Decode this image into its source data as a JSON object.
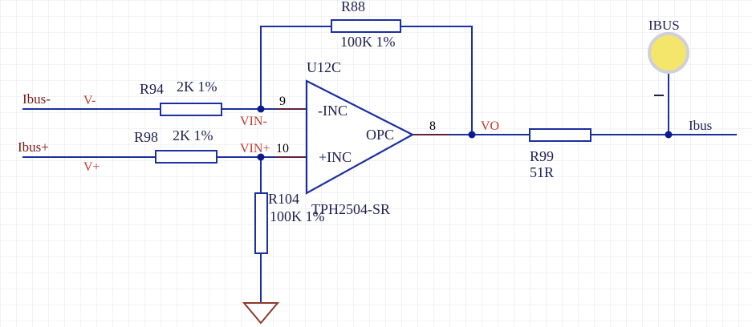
{
  "colors": {
    "wire": "#1a2fa0",
    "component": "#1a2fa0",
    "component_fill": "#ffffff",
    "label_dark": "#1f1f52",
    "net_label": "#c0392b",
    "net_wire": "#7a1c1c",
    "pin_number": "#000000",
    "junction": "#0c1a8c",
    "grid": "#e6e6ef",
    "probe_fill": "#f4e66a",
    "probe_stroke": "#cfd0d8",
    "ground": "#8a3b2a"
  },
  "inputs": {
    "ibus_minus": "Ibus-",
    "v_minus": "V-",
    "ibus_plus": "Ibus+",
    "v_plus": "V+"
  },
  "resistors": {
    "r94": {
      "ref": "R94",
      "value": "2K 1%"
    },
    "r98": {
      "ref": "R98",
      "value": "2K 1%"
    },
    "r88": {
      "ref": "R88",
      "value": "100K 1%"
    },
    "r104": {
      "ref": "R104",
      "value": "100K 1%"
    },
    "r99": {
      "ref": "R99",
      "value": "51R"
    }
  },
  "opamp": {
    "designator": "U12C",
    "part": "TPH2504-SR",
    "pin_inverting": "-INC",
    "pin_noninverting": "+INC",
    "pin_output": "OPC",
    "pin_inv_num": "9",
    "pin_noninv_num": "10",
    "pin_out_num": "8"
  },
  "nets": {
    "vin_minus": "VIN-",
    "vin_plus": "VIN+",
    "vo": "VO",
    "ibus_out": "Ibus"
  },
  "probe": {
    "label": "IBUS",
    "polarity": "-"
  }
}
